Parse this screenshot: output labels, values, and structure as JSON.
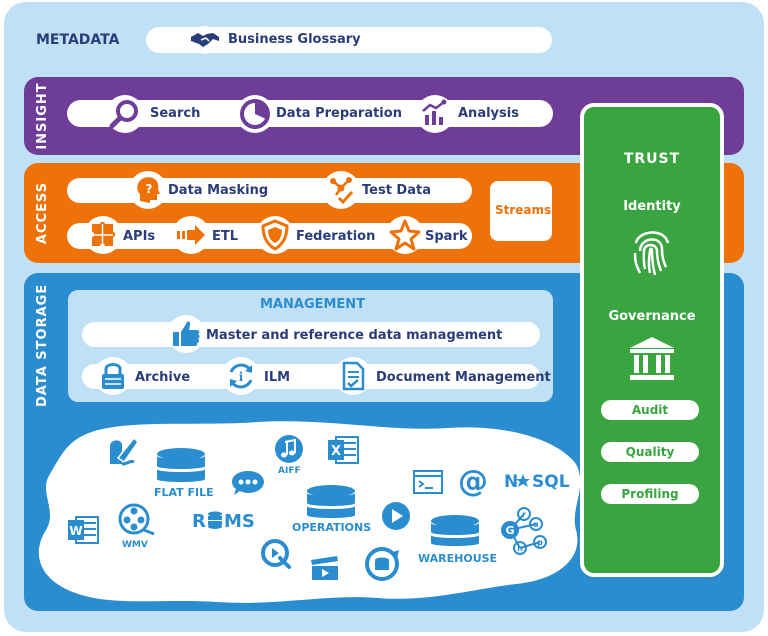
{
  "metadata": {
    "label": "METADATA",
    "business_glossary": "Business Glossary"
  },
  "insight": {
    "label": "INSIGHT",
    "items": [
      "Search",
      "Data Preparation",
      "Analysis"
    ]
  },
  "access": {
    "label": "ACCESS",
    "row1": [
      "Data Masking",
      "Test Data"
    ],
    "row2": [
      "APIs",
      "ETL",
      "Federation",
      "Spark"
    ],
    "streams": "Streams"
  },
  "data_storage": {
    "label": "DATA STORAGE",
    "management": {
      "title": "MANAGEMENT",
      "master": "Master and reference data management",
      "row": [
        "Archive",
        "ILM",
        "Document Management"
      ]
    },
    "lake": {
      "labels": {
        "flat_file": "FLAT FILE",
        "aiff": "AIFF",
        "operations": "OPERATIONS",
        "rdbms": "RDBMS",
        "wmv": "WMV",
        "warehouse": "WAREHOUSE",
        "nosql": "NOSQL"
      }
    }
  },
  "trust": {
    "title": "TRUST",
    "identity": "Identity",
    "governance": "Governance",
    "pills": [
      "Audit",
      "Quality",
      "Profiling"
    ]
  },
  "colors": {
    "background": "#bfe0f5",
    "insight": "#6e3d98",
    "access": "#ee7208",
    "storage": "#2a8dcf",
    "management": "#bfe0f5",
    "trust": "#3aa540",
    "text_dark": "#2a3d7a"
  }
}
